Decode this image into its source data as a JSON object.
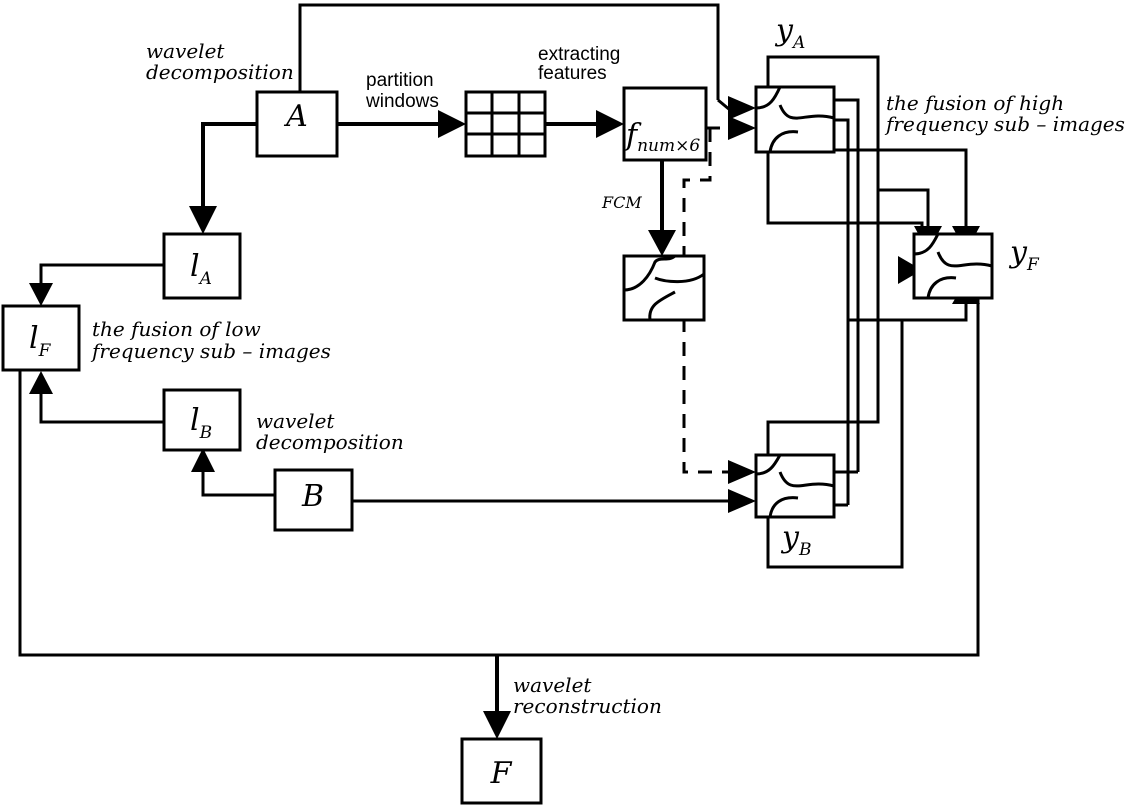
{
  "nodes": {
    "A": "A",
    "B": "B",
    "lA": {
      "main": "l",
      "sub": "A"
    },
    "lB": {
      "main": "l",
      "sub": "B"
    },
    "lF": {
      "main": "l",
      "sub": "F"
    },
    "yA": {
      "main": "y",
      "sub": "A"
    },
    "yB": {
      "main": "y",
      "sub": "B"
    },
    "yF": {
      "main": "y",
      "sub": "F"
    },
    "f": {
      "main": "f",
      "sub": "num×6"
    },
    "F": "F"
  },
  "labels": {
    "wavelet_decomp_A": [
      "wavelet",
      "decomposition"
    ],
    "wavelet_decomp_B": [
      "wavelet",
      "decomposition"
    ],
    "partition_windows": [
      "partition",
      "windows"
    ],
    "extracting_features": [
      "extracting",
      "features"
    ],
    "fcm": "FCM",
    "fusion_high": [
      "the fusion of high",
      "frequency sub – images"
    ],
    "fusion_low": [
      "the fusion of low",
      "frequency sub – images"
    ],
    "wavelet_recon": [
      "wavelet",
      "reconstruction"
    ]
  }
}
